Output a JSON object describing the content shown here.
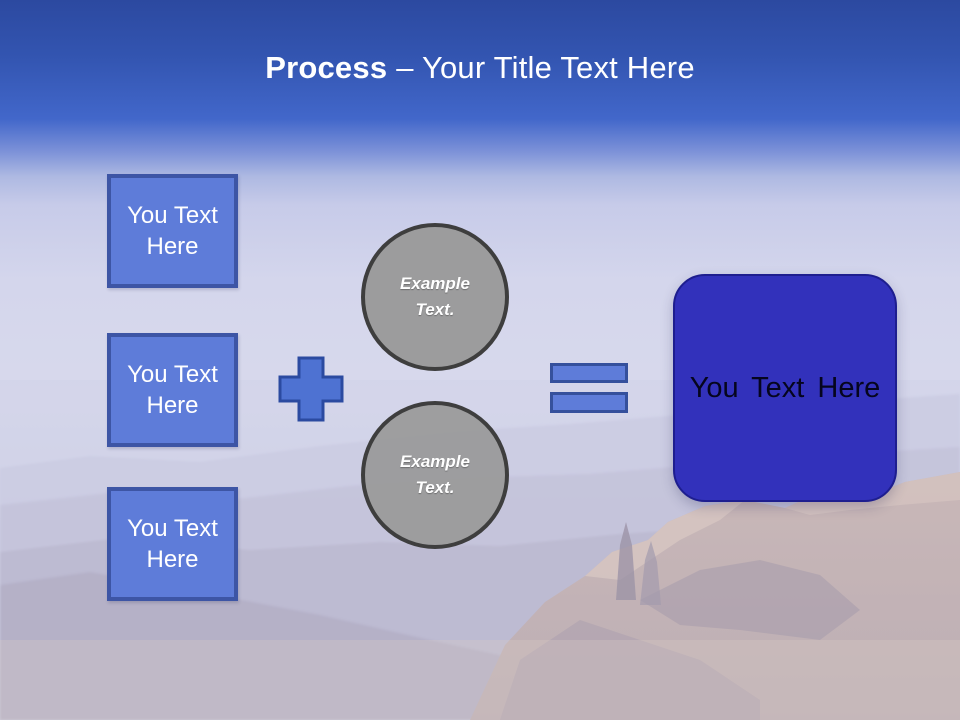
{
  "title": {
    "keyword": "Process",
    "rest": "– Your Title Text Here"
  },
  "left_boxes": [
    {
      "label": "You Text Here"
    },
    {
      "label": "You Text Here"
    },
    {
      "label": "You Text Here"
    }
  ],
  "circles": [
    {
      "label": "Example Text."
    },
    {
      "label": "Example Text."
    }
  ],
  "result_box": {
    "label": "You Text Here"
  },
  "icons": {
    "plus": "plus-icon",
    "equals": "equals-icon"
  },
  "colors": {
    "sky_top": "#2c49a0",
    "sky_mid": "#4267ca",
    "sky_light": "#d6d8ee",
    "box_fill": "#5e7cd9",
    "box_border": "#3d55a5",
    "operator_fill": "#4e72d2",
    "operator_border": "#2b4aa0",
    "circle_fill": "#9a9a9a",
    "circle_border": "#3e3e3e",
    "result_fill": "#3231bb",
    "result_border": "#1e1e8f",
    "result_text": "#05051e",
    "title_color": "#ffffff"
  }
}
